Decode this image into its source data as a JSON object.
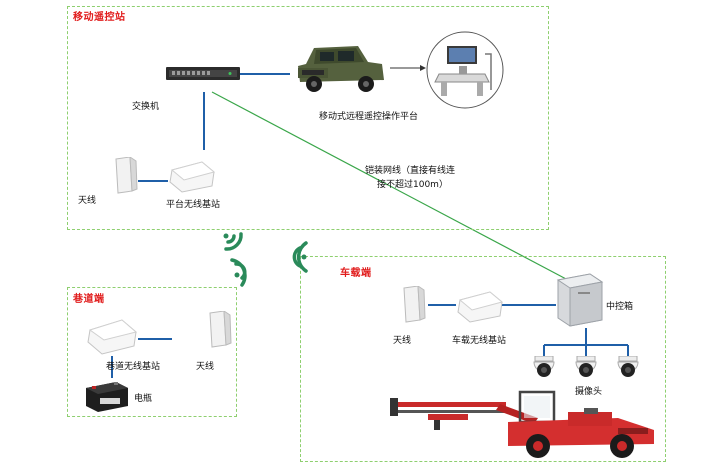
{
  "zones": {
    "mobile": {
      "title": "移动遥控站"
    },
    "tunnel": {
      "title": "巷道端"
    },
    "vehicle": {
      "title": "车载端"
    }
  },
  "labels": {
    "switch": "交换机",
    "platform": "移动式远程遥控操作平台",
    "antenna_mobile": "天线",
    "base_platform": "平台无线基站",
    "cable_line1": "铠装网线（直接有线连",
    "cable_line2": "接不超过100m）",
    "tunnel_base": "巷道无线基站",
    "antenna_tunnel": "天线",
    "battery": "电瓶",
    "antenna_vehicle": "天线",
    "vehicle_base": "车载无线基站",
    "control_box": "中控箱",
    "camera": "摄像头"
  },
  "colors": {
    "zone_border": "#8ecf6f",
    "zone_title": "#e11d1d",
    "link_line": "#1f5fa8",
    "cable_line": "#3aa64a",
    "wifi": "#2a8a5a"
  }
}
